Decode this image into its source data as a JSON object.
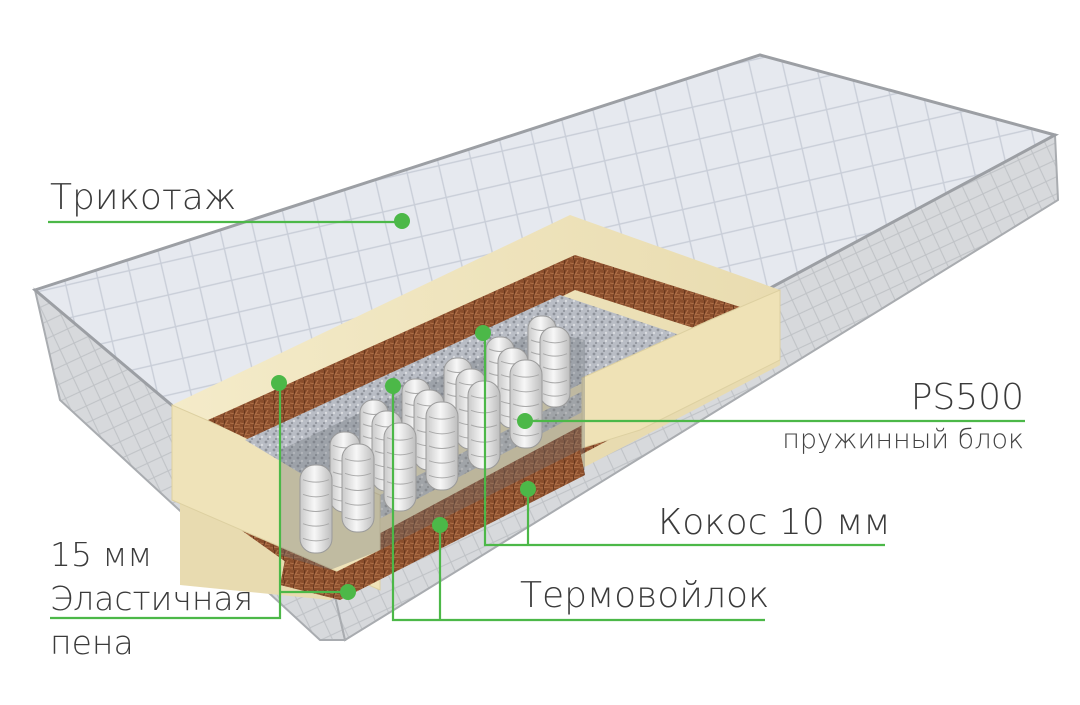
{
  "colors": {
    "accent": "#4cb848",
    "text": "#3b3b3b",
    "knit": "#e4e8ee",
    "foam": "#f0e5bf",
    "coconut": "#8a4e2c",
    "felt": "#b8bcc4",
    "spring": "#eeeeee"
  },
  "labels": {
    "trikotazh": "Трикотаж",
    "ps500": "PS500",
    "ps500_sub": "пружинный блок",
    "kokos": "Кокос 10 мм",
    "termovoilok": "Термовойлок",
    "foam_line1": "15 мм",
    "foam_line2": "Эластичная",
    "foam_line3": "пена"
  }
}
